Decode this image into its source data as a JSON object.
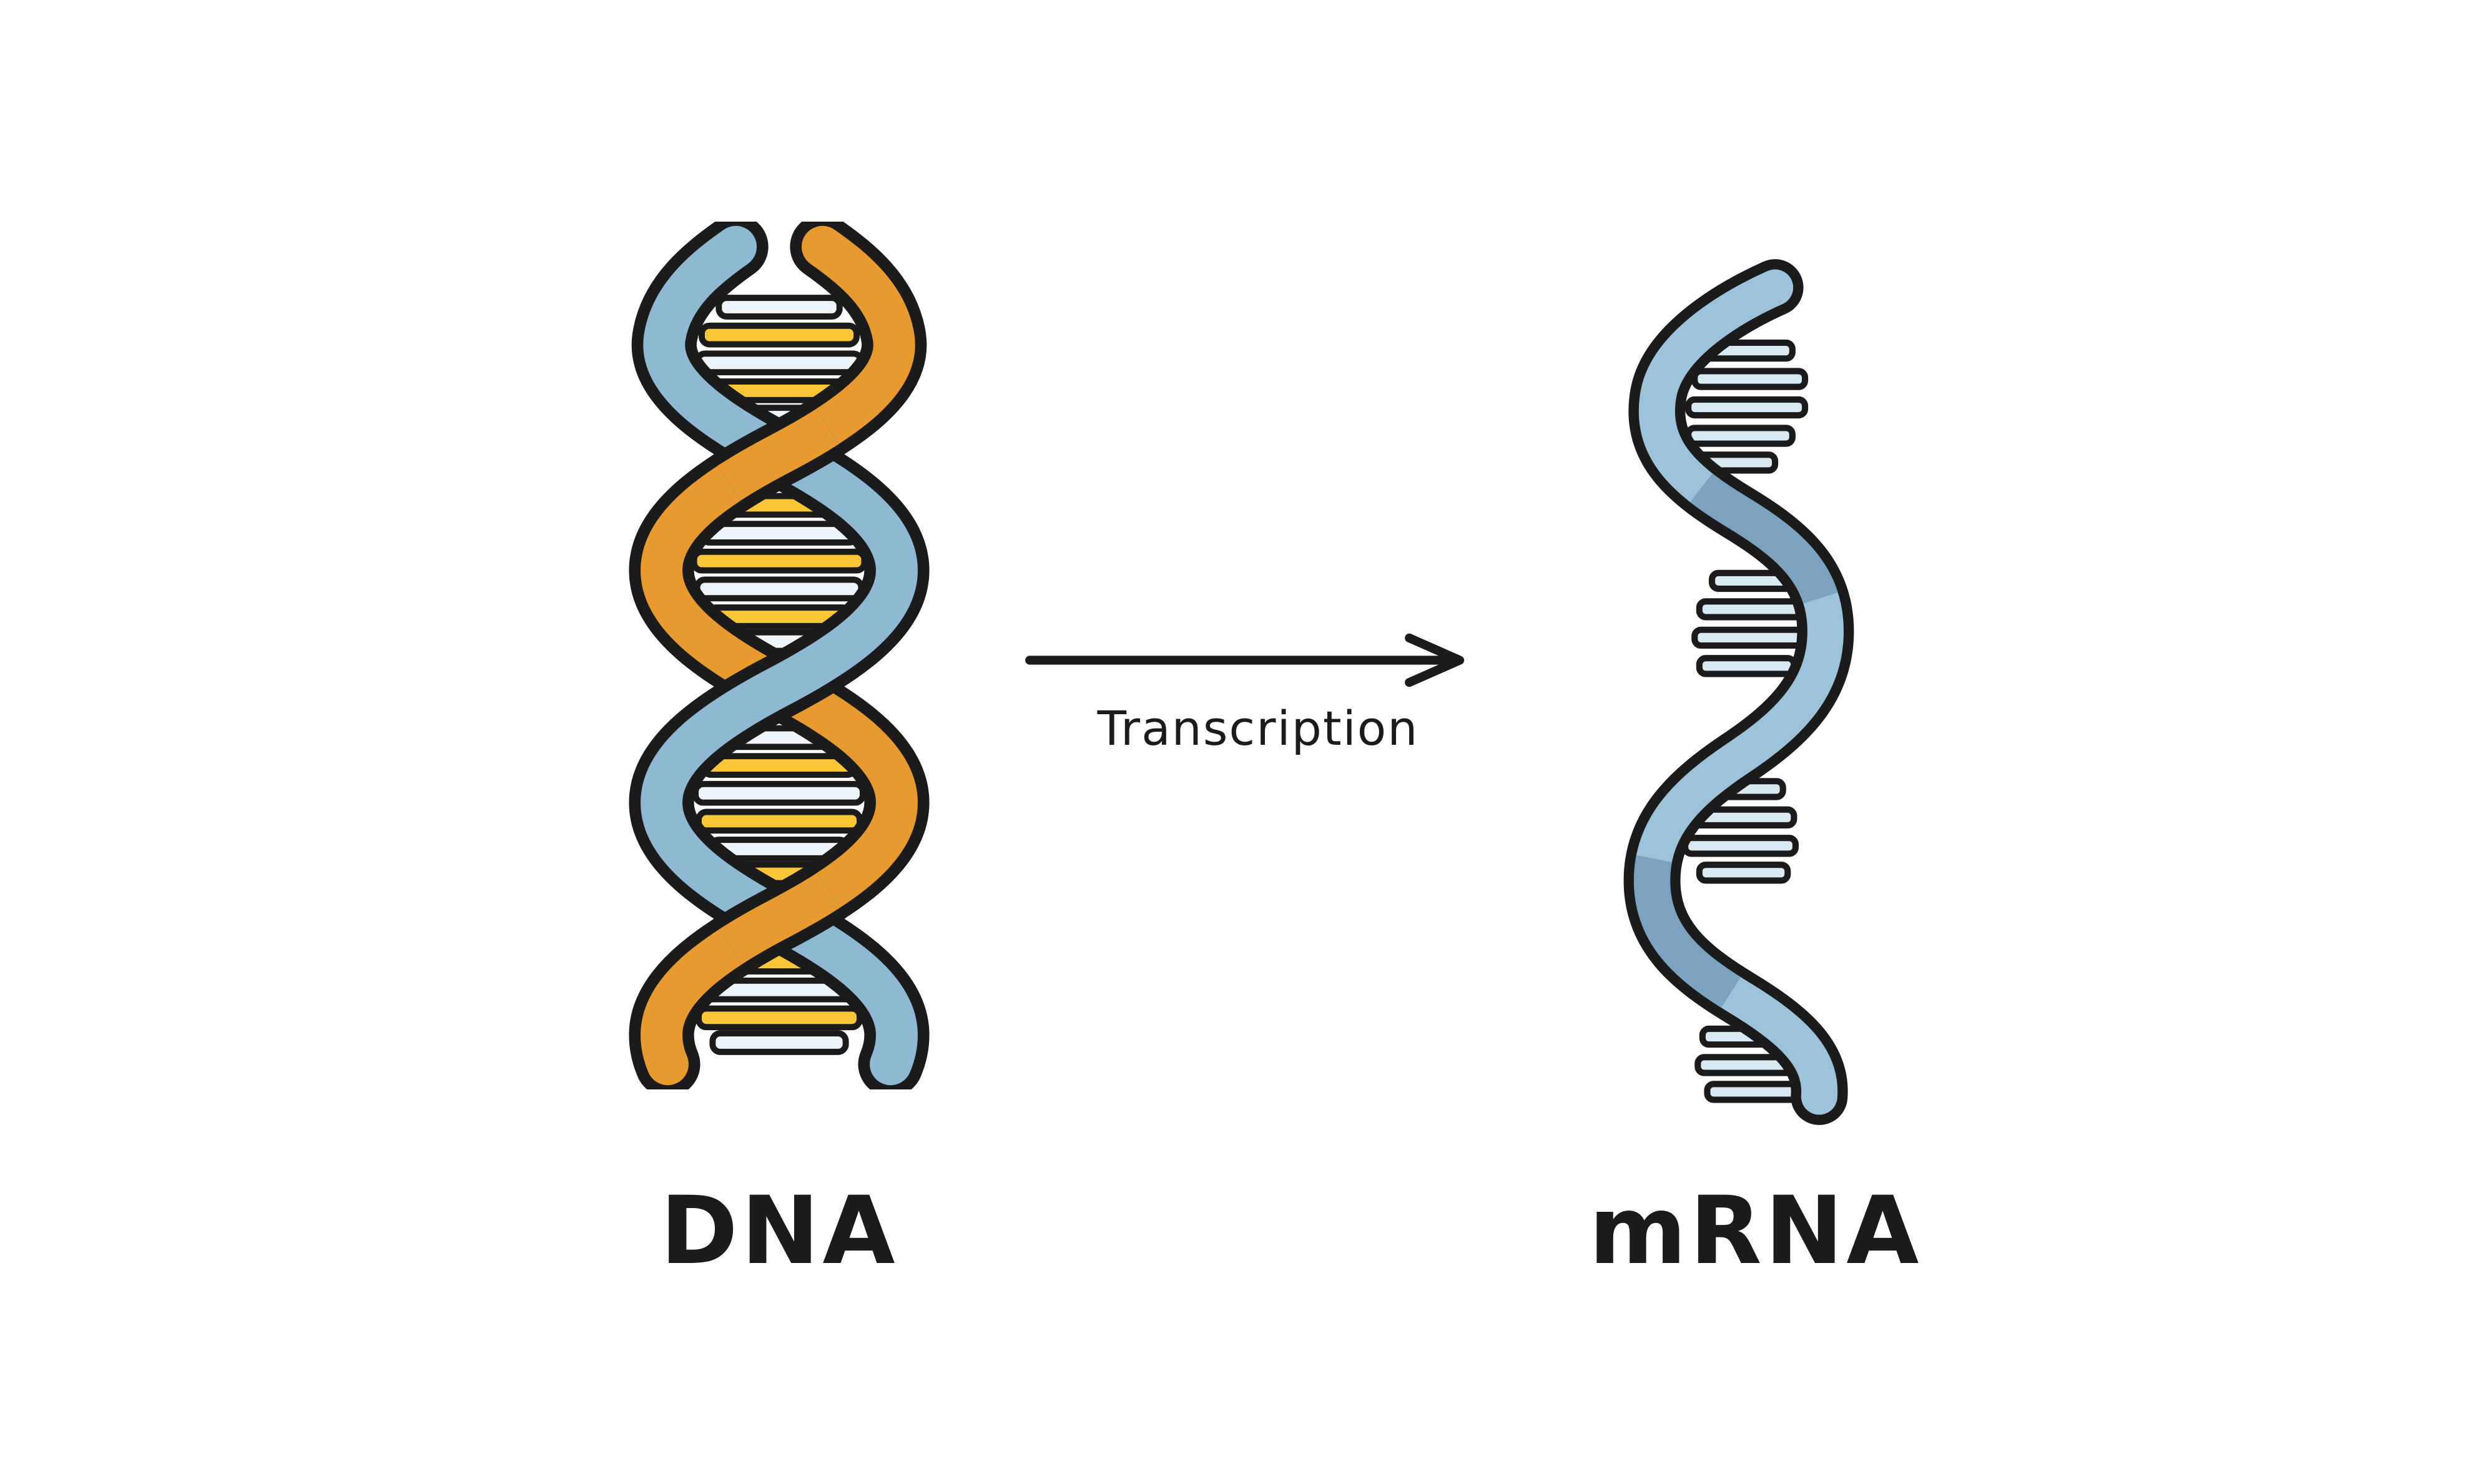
{
  "diagram": {
    "dna_label": "DNA",
    "mrna_label": "mRNA",
    "arrow_label": "Transcription"
  },
  "icons": {
    "transcription_arrow": "right-arrow"
  },
  "colors": {
    "background": "#ffffff",
    "outline": "#1b1b1b",
    "dna_strand_blue": "#8fb8d2",
    "dna_strand_orange": "#e79a2d",
    "rung_yellow": "#f8c636",
    "rung_pale": "#edf5fa",
    "mrna_ribbon": "#9cc3da",
    "mrna_ribbon_dark": "#7ba3c0",
    "mrna_stub": "#d9e9f3"
  }
}
